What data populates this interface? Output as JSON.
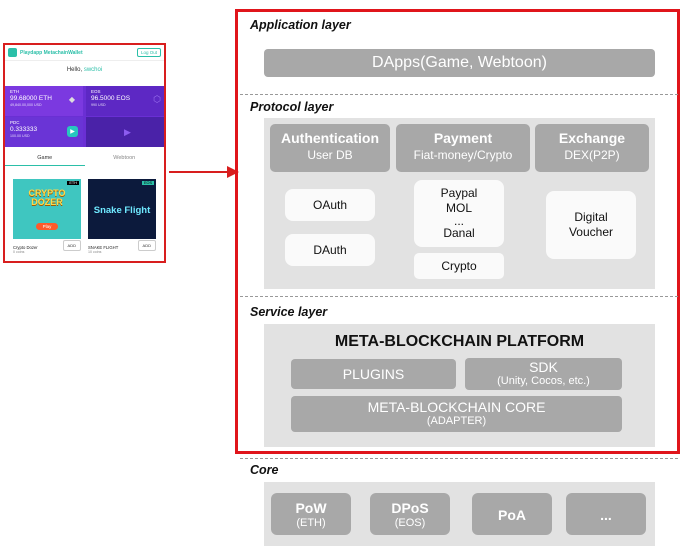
{
  "phone": {
    "app_title": "Playdapp MetachainWallet",
    "logout": "Log Out",
    "hello_prefix": "Hello,",
    "user": "swchoi",
    "cards": [
      {
        "label": "ETH",
        "amount": "99.68000 ETH",
        "usd": "49,840.00,000 USD"
      },
      {
        "label": "EOS",
        "amount": "96.5000 EOS",
        "usd": "990 USD"
      },
      {
        "label": "PDC",
        "amount": "0.333333",
        "usd": "100.00 USD"
      }
    ],
    "tabs": [
      "Game",
      "Webtoon"
    ],
    "games": [
      {
        "tag": "ETH",
        "art_text": "CRYPTO DOZER",
        "play": "Play",
        "name": "Crypto Dozer",
        "coins": "0 coins",
        "add": "ADD"
      },
      {
        "tag": "EOS",
        "art_text": "Snake Flight",
        "name": "SNAKE FLIGHT",
        "coins": "10 coins",
        "add": "ADD"
      }
    ]
  },
  "architecture": {
    "application_layer": {
      "title": "Application layer",
      "box": "DApps(Game, Webtoon)"
    },
    "protocol_layer": {
      "title": "Protocol layer",
      "headers": [
        {
          "title": "Authentication",
          "sub": "User DB"
        },
        {
          "title": "Payment",
          "sub": "Fiat-money/Crypto"
        },
        {
          "title": "Exchange",
          "sub": "DEX(P2P)"
        }
      ],
      "oauth": "OAuth",
      "dauth": "DAuth",
      "payment_methods": [
        "Paypal",
        "MOL",
        "...",
        "Danal"
      ],
      "crypto": "Crypto",
      "digital_voucher": [
        "Digital",
        "Voucher"
      ]
    },
    "service_layer": {
      "title": "Service layer",
      "platform_title": "META-BLOCKCHAIN PLATFORM",
      "plugins": "PLUGINS",
      "sdk": "SDK",
      "sdk_sub": "(Unity, Cocos, etc.)",
      "core": "META-BLOCKCHAIN CORE",
      "core_sub": "(ADAPTER)"
    },
    "core": {
      "title": "Core",
      "items": [
        {
          "title": "PoW",
          "sub": "(ETH)"
        },
        {
          "title": "DPoS",
          "sub": "(EOS)"
        },
        {
          "title": "PoA",
          "sub": ""
        },
        {
          "title": "...",
          "sub": ""
        }
      ]
    }
  },
  "colors": {
    "frame_red": "#e0151b",
    "box_gray": "#a8a8a8",
    "bg_gray": "#e2e2e2",
    "wallet_purple": "#6a2fd4",
    "accent_teal": "#2bbfa8"
  }
}
